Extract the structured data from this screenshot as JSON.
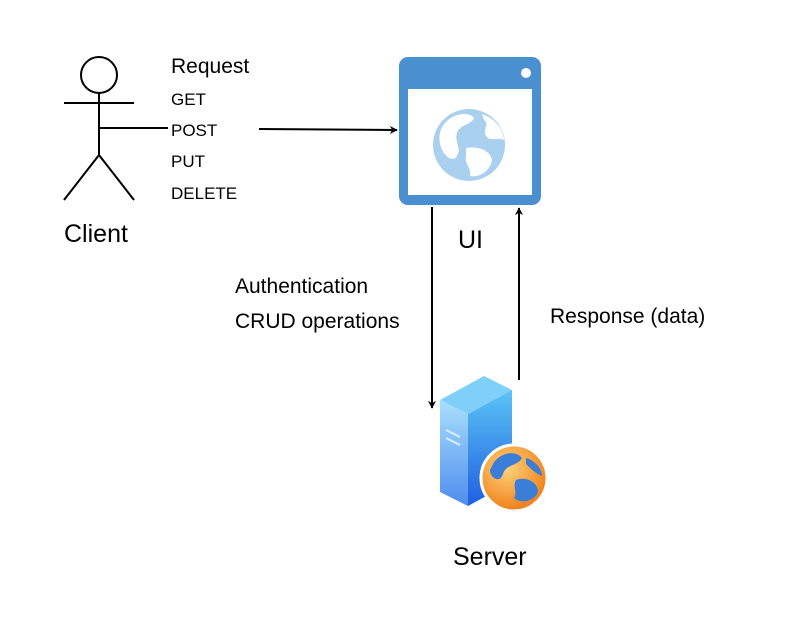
{
  "client": {
    "label": "Client",
    "icon": "stick-figure-icon"
  },
  "request": {
    "title": "Request",
    "methods": [
      "GET",
      "POST",
      "PUT",
      "DELETE"
    ]
  },
  "ui": {
    "label": "UI",
    "icon": "browser-globe-icon",
    "accent_color": "#4a90d0",
    "globe_color": "#a9d0ef"
  },
  "flows": {
    "ui_to_server": [
      "Authentication",
      "CRUD operations"
    ],
    "server_to_ui": "Response (data)"
  },
  "server": {
    "label": "Server",
    "icon": "web-server-icon"
  }
}
